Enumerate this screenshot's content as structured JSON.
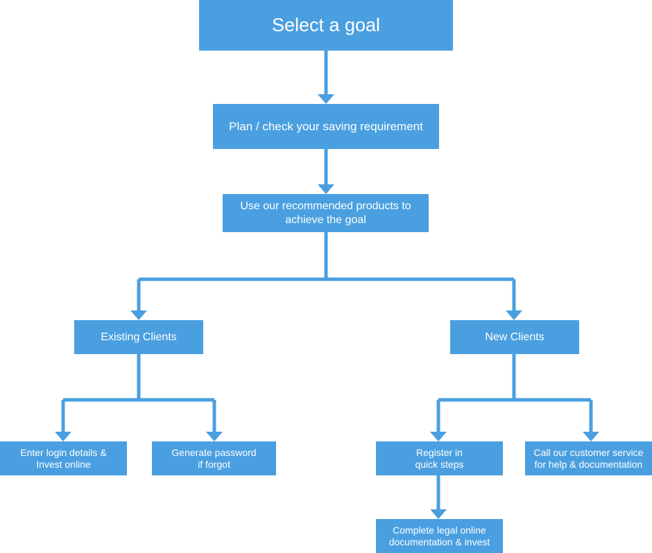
{
  "colors": {
    "box": "#4a9fe0",
    "connector": "#4a9fe0",
    "text": "#ffffff"
  },
  "nodes": {
    "goal": "Select a goal",
    "plan": "Plan / check your saving requirement",
    "use": "Use  our recommended products to\nachieve the goal",
    "existing": "Existing Clients",
    "new": "New Clients",
    "login": "Enter login details &\nInvest online",
    "generate": "Generate password\nif forgot",
    "register": "Register in\nquick steps",
    "call": "Call our customer service\nfor help & documentation",
    "legal": "Complete legal online\ndocumentation & invest"
  }
}
